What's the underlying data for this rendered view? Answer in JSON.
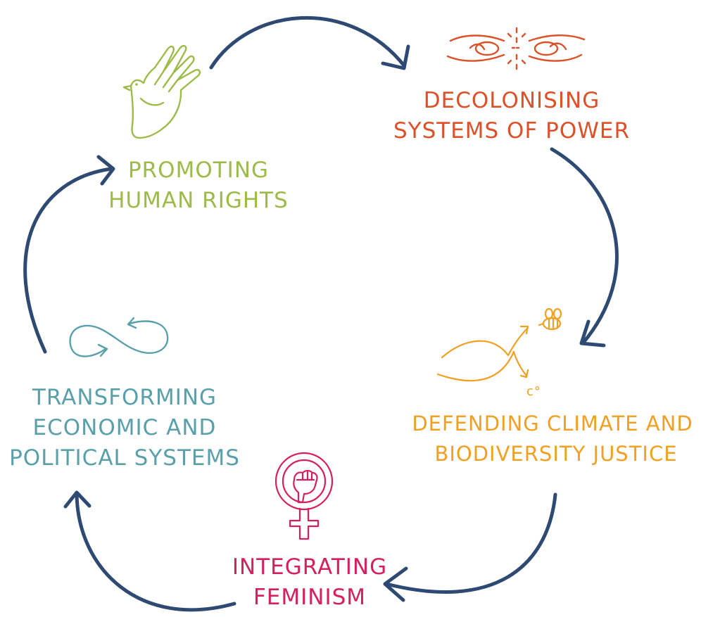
{
  "colors": {
    "arrow": "#2e4a73",
    "human_rights": "#9dbb49",
    "decolonising": "#dd5128",
    "climate": "#f2a024",
    "feminism": "#d6205e",
    "economic": "#5aa0aa"
  },
  "nodes": {
    "human_rights": {
      "lines": [
        "PROMOTING",
        "HUMAN RIGHTS"
      ],
      "icon": "dove-hand-icon"
    },
    "decolonising": {
      "lines": [
        "DECOLONISING",
        "SYSTEMS OF POWER"
      ],
      "icon": "broken-chain-icon"
    },
    "climate": {
      "lines": [
        "DEFENDING CLIMATE AND",
        "BIODIVERSITY JUSTICE"
      ],
      "icon": "climate-curves-bee-icon",
      "icon_text": "c°"
    },
    "feminism": {
      "lines": [
        "INTEGRATING",
        "FEMINISM"
      ],
      "icon": "feminist-fist-icon"
    },
    "economic": {
      "lines": [
        "TRANSFORMING",
        "ECONOMIC AND",
        "POLITICAL SYSTEMS"
      ],
      "icon": "infinity-loop-icon"
    }
  },
  "cycle_order": [
    "human_rights",
    "decolonising",
    "climate",
    "feminism",
    "economic"
  ]
}
